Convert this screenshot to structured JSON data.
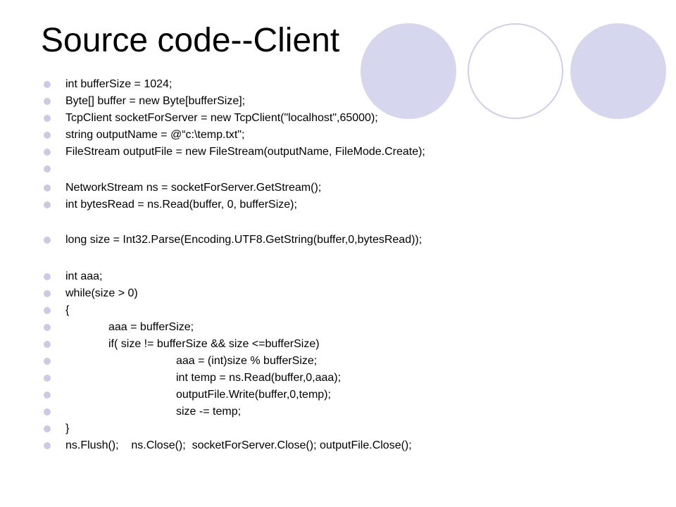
{
  "slide": {
    "title": "Source code--Client",
    "lines": [
      "int bufferSize = 1024;",
      "Byte[] buffer = new Byte[bufferSize];",
      "TcpClient socketForServer = new TcpClient(\"localhost\",65000);",
      "string outputName = @“c:\\temp.txt\";",
      "FileStream outputFile = new FileStream(outputName, FileMode.Create);",
      "",
      "NetworkStream ns = socketForServer.GetStream();",
      "int bytesRead = ns.Read(buffer, 0, bufferSize);",
      "long size = Int32.Parse(Encoding.UTF8.GetString(buffer,0,bytesRead));",
      "int aaa;",
      "while(size > 0)",
      "{",
      "aaa = bufferSize;",
      "if( size != bufferSize && size <=bufferSize)",
      "aaa = (int)size % bufferSize;",
      "int temp = ns.Read(buffer,0,aaa);",
      "outputFile.Write(buffer,0,temp);",
      "size -= temp;",
      "}",
      "ns.Flush();    ns.Close();  socketForServer.Close(); outputFile.Close();"
    ]
  },
  "colors": {
    "accent_circle": "#d6d6ee",
    "bullet": "#cacae6",
    "text": "#000000"
  }
}
